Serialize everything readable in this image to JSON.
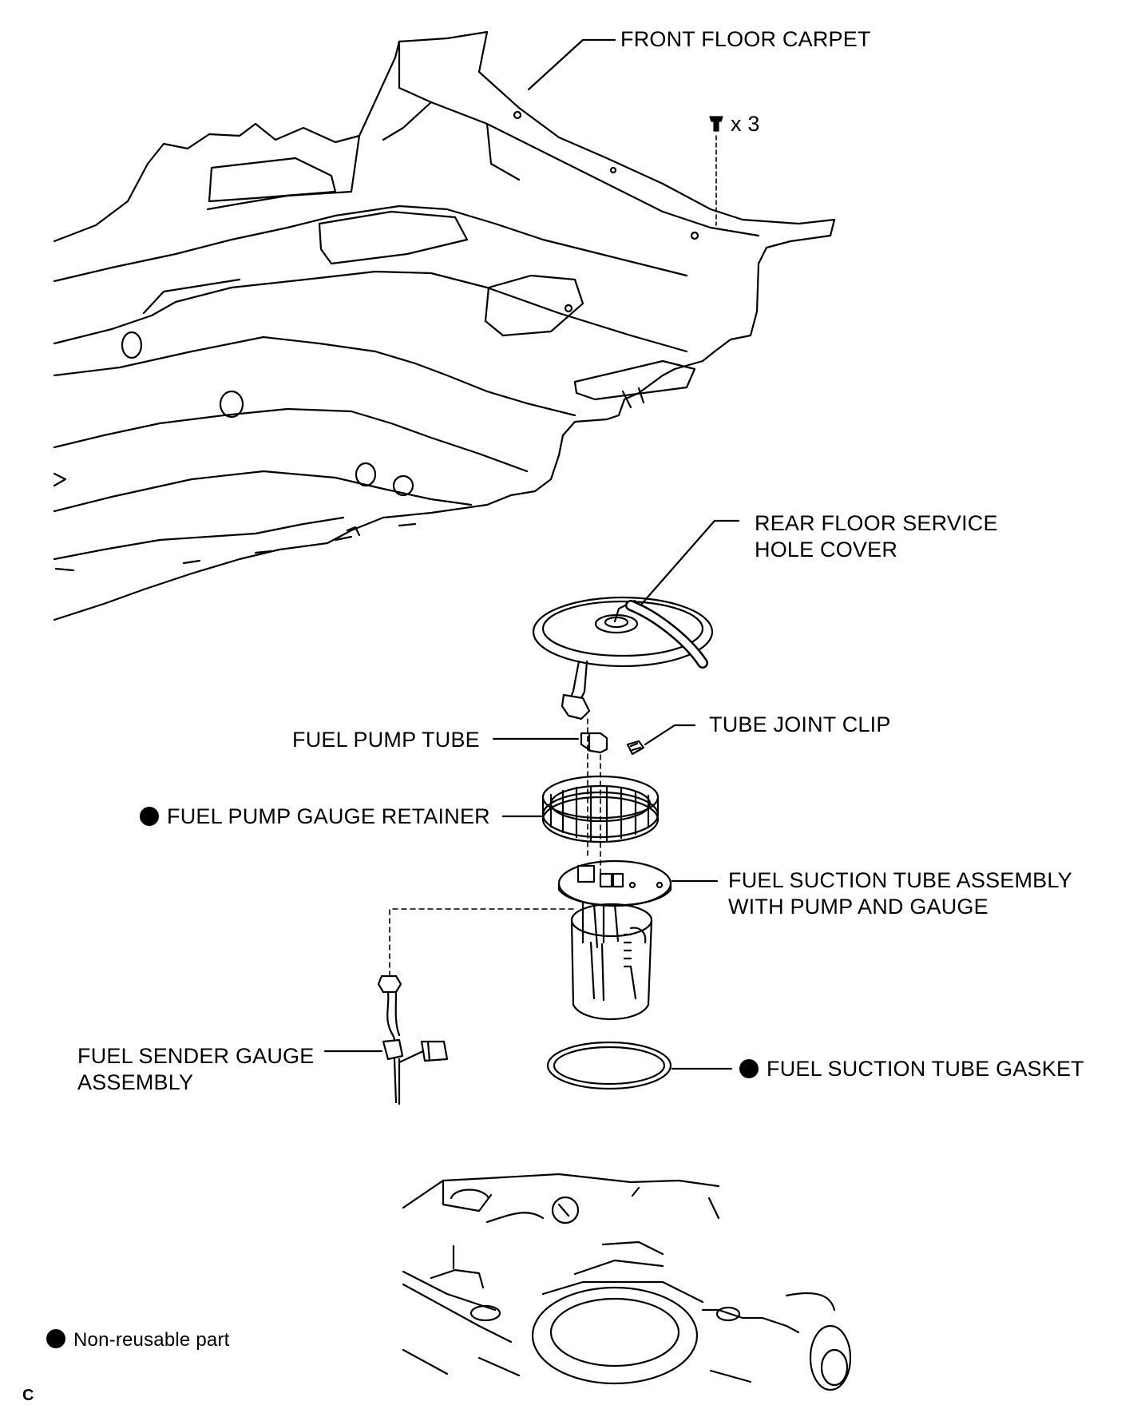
{
  "labels": {
    "front_floor_carpet": "FRONT FLOOR CARPET",
    "clip_qty": "x 3",
    "rear_cover_1": "REAR FLOOR SERVICE",
    "rear_cover_2": "HOLE COVER",
    "fuel_pump_tube": "FUEL PUMP TUBE",
    "tube_joint_clip": "TUBE JOINT CLIP",
    "retainer": "FUEL PUMP GAUGE RETAINER",
    "suction_1": "FUEL SUCTION TUBE ASSEMBLY",
    "suction_2": "WITH PUMP AND GAUGE",
    "sender_1": "FUEL SENDER GAUGE",
    "sender_2": "ASSEMBLY",
    "gasket": "FUEL SUCTION TUBE GASKET",
    "legend": "Non-reusable part",
    "corner": "C"
  },
  "icons": {
    "non_reusable": "filled-circle-icon",
    "clip": "push-clip-icon"
  }
}
